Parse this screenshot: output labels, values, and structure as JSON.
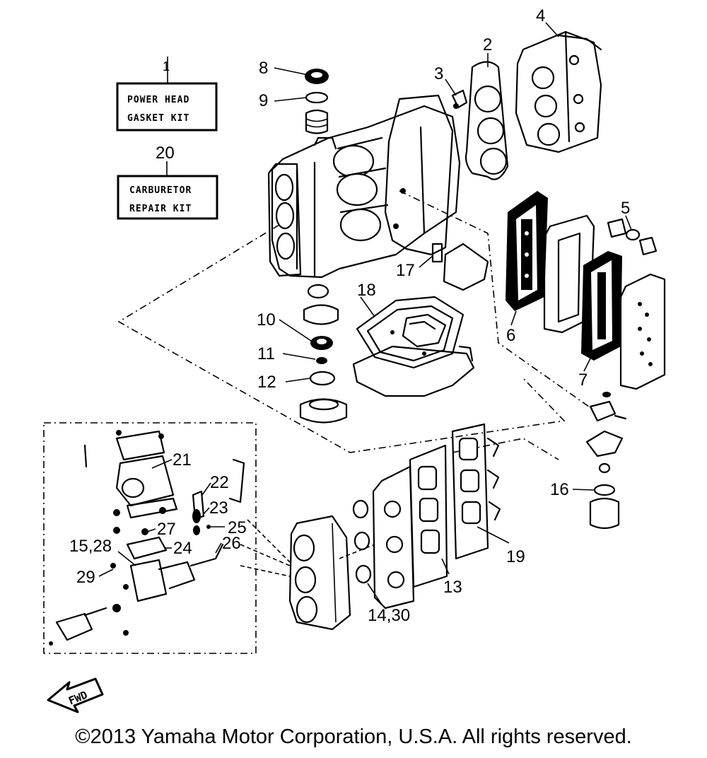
{
  "kits": {
    "kit1_number": "1",
    "kit1_line1": "POWER HEAD",
    "kit1_line2": "GASKET KIT",
    "kit20_number": "20",
    "kit20_line1": "CARBURETOR",
    "kit20_line2": "REPAIR KIT"
  },
  "callouts": {
    "c2": "2",
    "c3": "3",
    "c4": "4",
    "c5": "5",
    "c6": "6",
    "c7": "7",
    "c8": "8",
    "c9": "9",
    "c10": "10",
    "c11": "11",
    "c12": "12",
    "c13": "13",
    "c14_30": "14,30",
    "c15_28": "15,28",
    "c16": "16",
    "c17": "17",
    "c18": "18",
    "c19": "19",
    "c21": "21",
    "c22": "22",
    "c23": "23",
    "c24": "24",
    "c25": "25",
    "c26": "26",
    "c27": "27",
    "c29": "29"
  },
  "fwd_label": "FWD",
  "copyright": "©2013 Yamaha Motor Corporation, U.S.A. All rights reserved."
}
